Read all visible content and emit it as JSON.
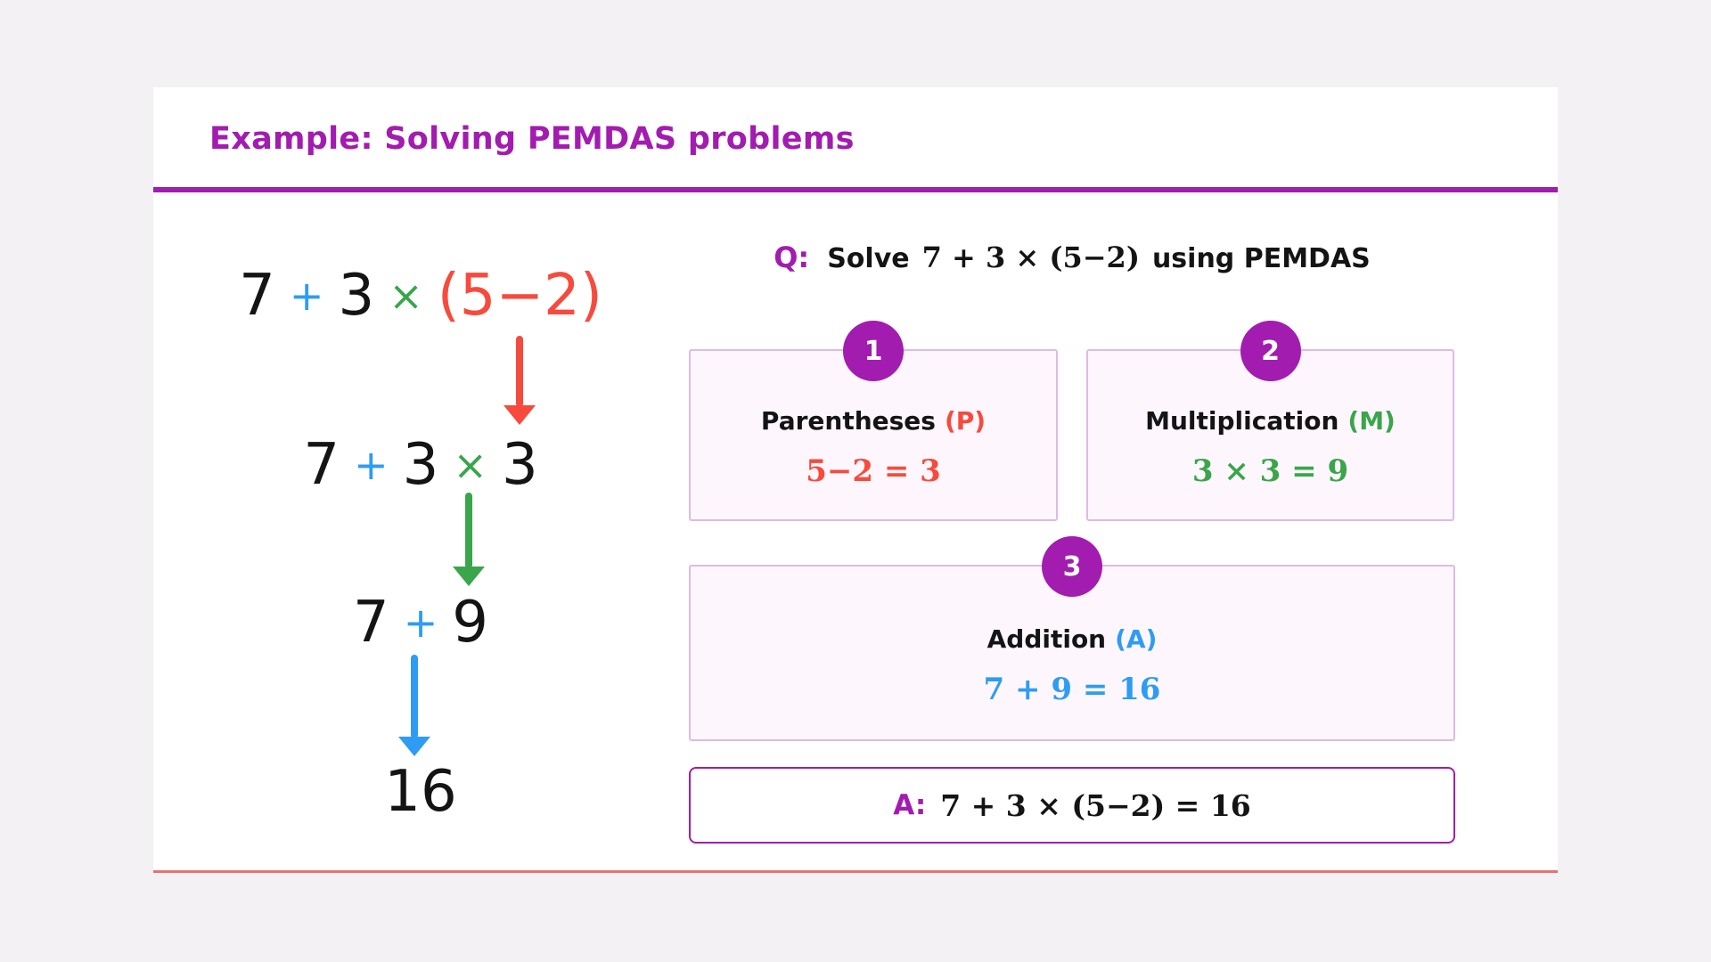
{
  "colors": {
    "purple": "#a21caf",
    "red": "#f74a3c",
    "green": "#3aa54a",
    "blue": "#2e9cf3",
    "box-bg": "#fdf6fd",
    "box-border": "#ddbbe6",
    "page-bg": "#f3f1f3",
    "text": "#141414",
    "bottom-line": "#e57373"
  },
  "header": {
    "title": "Example: Solving PEMDAS problems"
  },
  "working": {
    "line1": {
      "n1": "7",
      "op1": "+",
      "n2": "3",
      "op2": "×",
      "group": "(5−2)"
    },
    "line2": {
      "n1": "7",
      "op1": "+",
      "n2": "3",
      "op2": "×",
      "n3": "3"
    },
    "line3": {
      "n1": "7",
      "op1": "+",
      "n2": "9"
    },
    "line4": {
      "result": "16"
    }
  },
  "question": {
    "prefix": "Q:",
    "solve": "Solve",
    "expression": "7 + 3 × (5−2)",
    "suffix": "using PEMDAS"
  },
  "steps": [
    {
      "badge": "1",
      "title": "Parentheses",
      "tag": "(P)",
      "equation": "5−2 = 3"
    },
    {
      "badge": "2",
      "title": "Multiplication",
      "tag": "(M)",
      "equation": "3 × 3 = 9"
    },
    {
      "badge": "3",
      "title": "Addition",
      "tag": "(A)",
      "equation": "7 + 9 = 16"
    }
  ],
  "answer": {
    "prefix": "A:",
    "equation": "7 + 3 × (5−2) = 16"
  }
}
